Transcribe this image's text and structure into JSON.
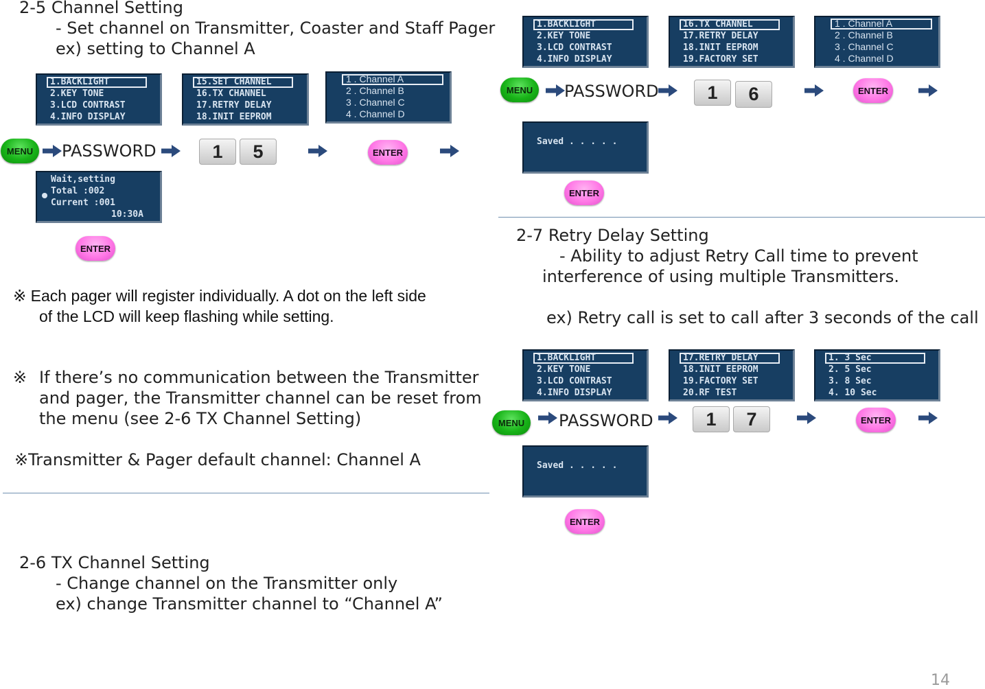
{
  "section_2_5": {
    "title": "2-5 Channel Setting",
    "line1": "- Set channel on Transmitter, Coaster and Staff Pager",
    "line2": "ex) setting to Channel A",
    "lcd_menu": [
      "1.BACKLIGHT",
      "2.KEY TONE",
      "3.LCD CONTRAST",
      "4.INFO DISPLAY"
    ],
    "lcd_set_channel": [
      "15.SET CHANNEL",
      "16.TX CHANNEL",
      "17.RETRY DELAY",
      "18.INIT EEPROM"
    ],
    "lcd_channels": [
      "1 . Channel A",
      "2 . Channel B",
      "3 . Channel C",
      "4 . Channel D"
    ],
    "lcd_wait": [
      "Wait,setting",
      "Total    :002",
      "Current  :001",
      "10:30A"
    ],
    "menu_label": "MENU",
    "password_label": "PASSWORD",
    "keys": [
      "1",
      "5"
    ],
    "enter_label": "ENTER"
  },
  "notes": {
    "note1_line1": "※ Each pager will register individually. A dot on the left side",
    "note1_line2": "of  the LCD will keep flashing while setting.",
    "note2_mark": "※",
    "note2_line1": "If there’s no communication between the Transmitter",
    "note2_line2": "and pager, the Transmitter channel can be reset from",
    "note2_line3": "the menu (see 2-6 TX Channel Setting)",
    "note3": "※Transmitter & Pager default channel: Channel A"
  },
  "section_2_6": {
    "title": "2-6 TX Channel Setting",
    "line1": "- Change channel on the Transmitter only",
    "line2": "ex) change Transmitter channel to “Channel A”",
    "lcd_menu": [
      "1.BACKLIGHT",
      "2.KEY TONE",
      "3.LCD CONTRAST",
      "4.INFO DISPLAY"
    ],
    "lcd_tx_channel": [
      "16.TX CHANNEL",
      "17.RETRY DELAY",
      "18.INIT EEPROM",
      "19.FACTORY SET"
    ],
    "lcd_channels": [
      "1 . Channel A",
      "2 . Channel B",
      "3 . Channel C",
      "4 . Channel D"
    ],
    "lcd_saved": "Saved . . . . .",
    "menu_label": "MENU",
    "password_label": "PASSWORD",
    "keys": [
      "1",
      "6"
    ],
    "enter_label": "ENTER"
  },
  "section_2_7": {
    "title": "2-7 Retry Delay Setting",
    "line1": "- Ability to adjust Retry Call time to prevent",
    "line2": "interference of using multiple Transmitters.",
    "line3": "ex) Retry call is set to call after 3 seconds of the call",
    "lcd_menu": [
      "1.BACKLIGHT",
      "2.KEY TONE",
      "3.LCD CONTRAST",
      "4.INFO DISPLAY"
    ],
    "lcd_retry": [
      "17.RETRY DELAY",
      "18.INIT EEPROM",
      "19.FACTORY SET",
      "20.RF TEST"
    ],
    "lcd_secs": [
      "1.  3  Sec",
      "2.  5  Sec",
      "3.  8  Sec",
      "4.  10  Sec"
    ],
    "lcd_saved": "Saved . . . . .",
    "menu_label": "MENU",
    "password_label": "PASSWORD",
    "keys": [
      "1",
      "7"
    ],
    "enter_label": "ENTER"
  },
  "page_number": "14",
  "colors": {
    "lcd_bg": "#173e62",
    "menu_green": "#18b318",
    "enter_pink": "#ff78e6",
    "arrow_blue": "#2b4a7c",
    "rule": "#6f8fb0"
  }
}
